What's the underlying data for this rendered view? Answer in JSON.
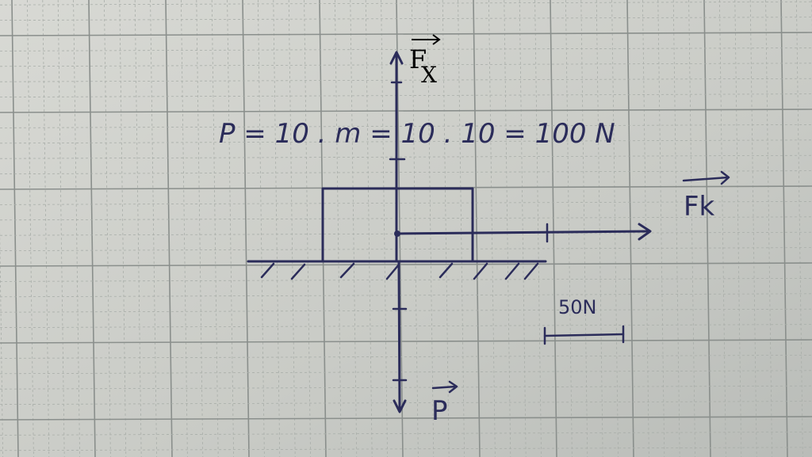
{
  "diagram": {
    "weight_equation": "P = 10 . m = 10 . 10 = 100 N",
    "labels": {
      "fx_main": "F",
      "fx_sub": "X",
      "fk": "Fk",
      "p": "P",
      "scale": "50N"
    },
    "colors": {
      "paper": "#c9cbc6",
      "ink": "#2b2c5a",
      "printed_label": "#000000",
      "grid_major": "#8a8f8c",
      "grid_minor": "#a9aea9"
    }
  }
}
